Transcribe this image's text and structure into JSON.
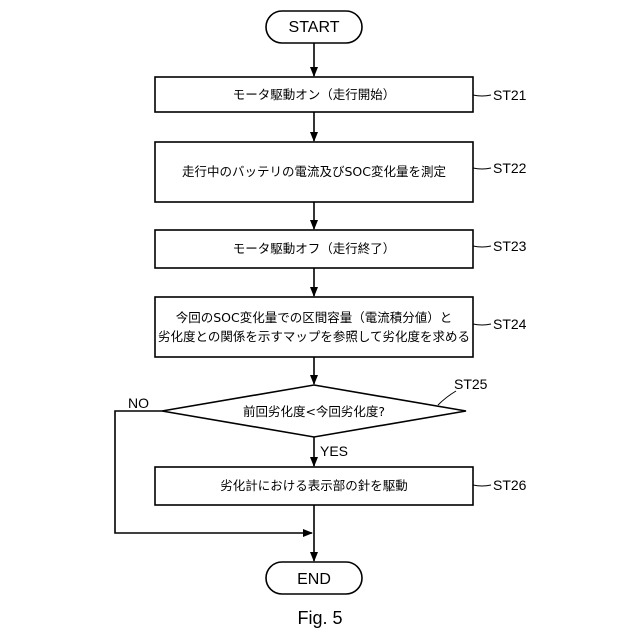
{
  "flowchart": {
    "start": "START",
    "end": "END",
    "steps": [
      {
        "id": "ST21",
        "lines": [
          "モータ駆動オン（走行開始）"
        ]
      },
      {
        "id": "ST22",
        "lines": [
          "走行中のバッテリの電流及びSOC変化量を測定"
        ]
      },
      {
        "id": "ST23",
        "lines": [
          "モータ駆動オフ（走行終了）"
        ]
      },
      {
        "id": "ST24",
        "lines": [
          "今回のSOC変化量での区間容量（電流積分値）と",
          "劣化度との関係を示すマップを参照して劣化度を求める"
        ]
      }
    ],
    "decision": {
      "id": "ST25",
      "text": "前回劣化度<今回劣化度?",
      "yes": "YES",
      "no": "NO"
    },
    "final_step": {
      "id": "ST26",
      "text": "劣化計における表示部の針を駆動"
    }
  },
  "caption": "Fig. 5"
}
